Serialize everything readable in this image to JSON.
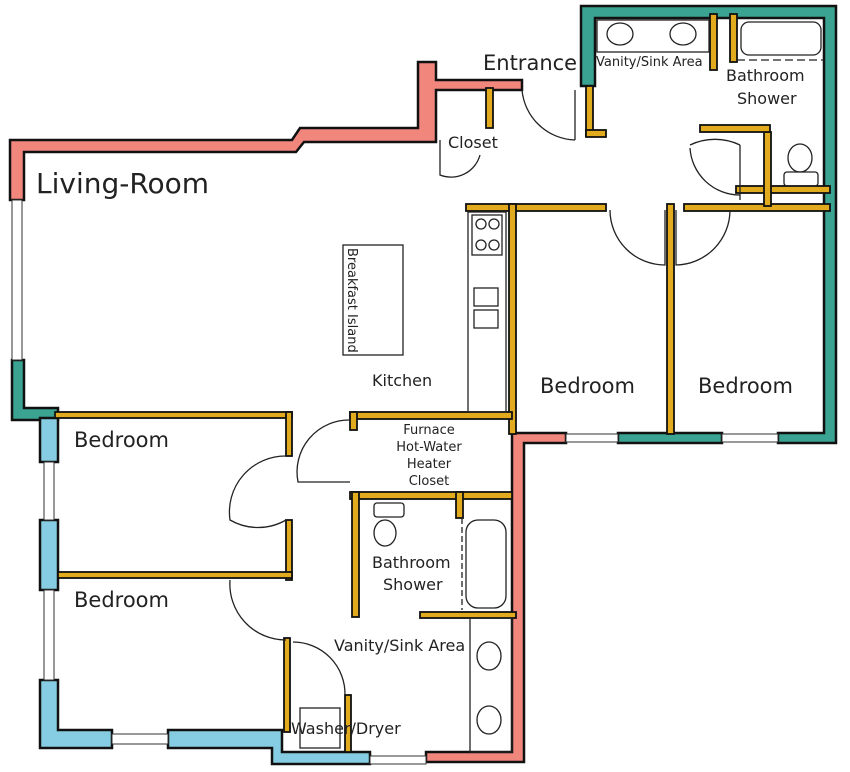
{
  "title": "Apartment Floor Plan",
  "colors": {
    "salmon_wall": "#f0867c",
    "teal_wall": "#3aa392",
    "blue_wall": "#86cde3",
    "interior_wall": "#e2ab1e"
  },
  "rooms": {
    "living_room": "Living-Room",
    "entrance": "Entrance",
    "closet": "Closet",
    "vanity_top": "Vanity/Sink Area",
    "bath_top_1": "Bathroom",
    "bath_top_2": "Shower",
    "breakfast_island": "Breakfast Island",
    "kitchen": "Kitchen",
    "bedroom_mid": "Bedroom",
    "bedroom_right": "Bedroom",
    "bedroom_upper_left": "Bedroom",
    "bedroom_lower_left": "Bedroom",
    "furnace_1": "Furnace",
    "furnace_2": "Hot-Water",
    "furnace_3": "Heater",
    "furnace_4": "Closet",
    "bath_bottom_1": "Bathroom",
    "bath_bottom_2": "Shower",
    "vanity_bottom": "Vanity/Sink Area",
    "washer_dryer": "Washer/Dryer"
  }
}
